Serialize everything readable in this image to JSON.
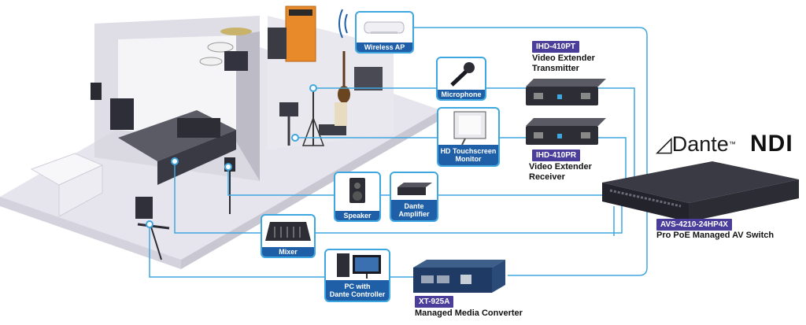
{
  "devices": {
    "wireless_ap": "Wireless AP",
    "microphone": "Microphone",
    "touchscreen": "HD Touchscreen\nMonitor",
    "speaker": "Speaker",
    "amplifier": "Dante\nAmplifier",
    "mixer": "Mixer",
    "pc": "PC with\nDante Controller"
  },
  "products": {
    "transmitter": {
      "model": "IHD-410PT",
      "name": "Video Extender\nTransmitter"
    },
    "receiver": {
      "model": "IHD-410PR",
      "name": "Video Extender\nReceiver"
    },
    "switch": {
      "model": "AVS-4210-24HP4X",
      "name": "Pro PoE Managed AV Switch"
    },
    "converter": {
      "model": "XT-925A",
      "name": "Managed Media Converter"
    }
  },
  "logos": {
    "dante": "Dante",
    "dante_tm": "™",
    "ndi": "NDI"
  },
  "colors": {
    "link": "#3fa7e0",
    "caption_bg": "#1f5fa8",
    "tag_bg": "#4b3d9a",
    "floor": "#e4e2ea",
    "wall": "#d9d7df"
  }
}
